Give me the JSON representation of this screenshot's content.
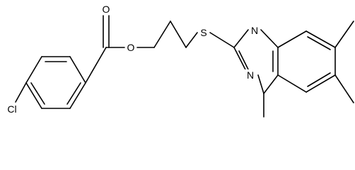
{
  "structure": {
    "atoms": {
      "o_carbonyl": "O",
      "o_ester": "O",
      "s_thioether": "S",
      "n_upper": "N",
      "n_lower": "N",
      "cl": "Cl"
    }
  }
}
